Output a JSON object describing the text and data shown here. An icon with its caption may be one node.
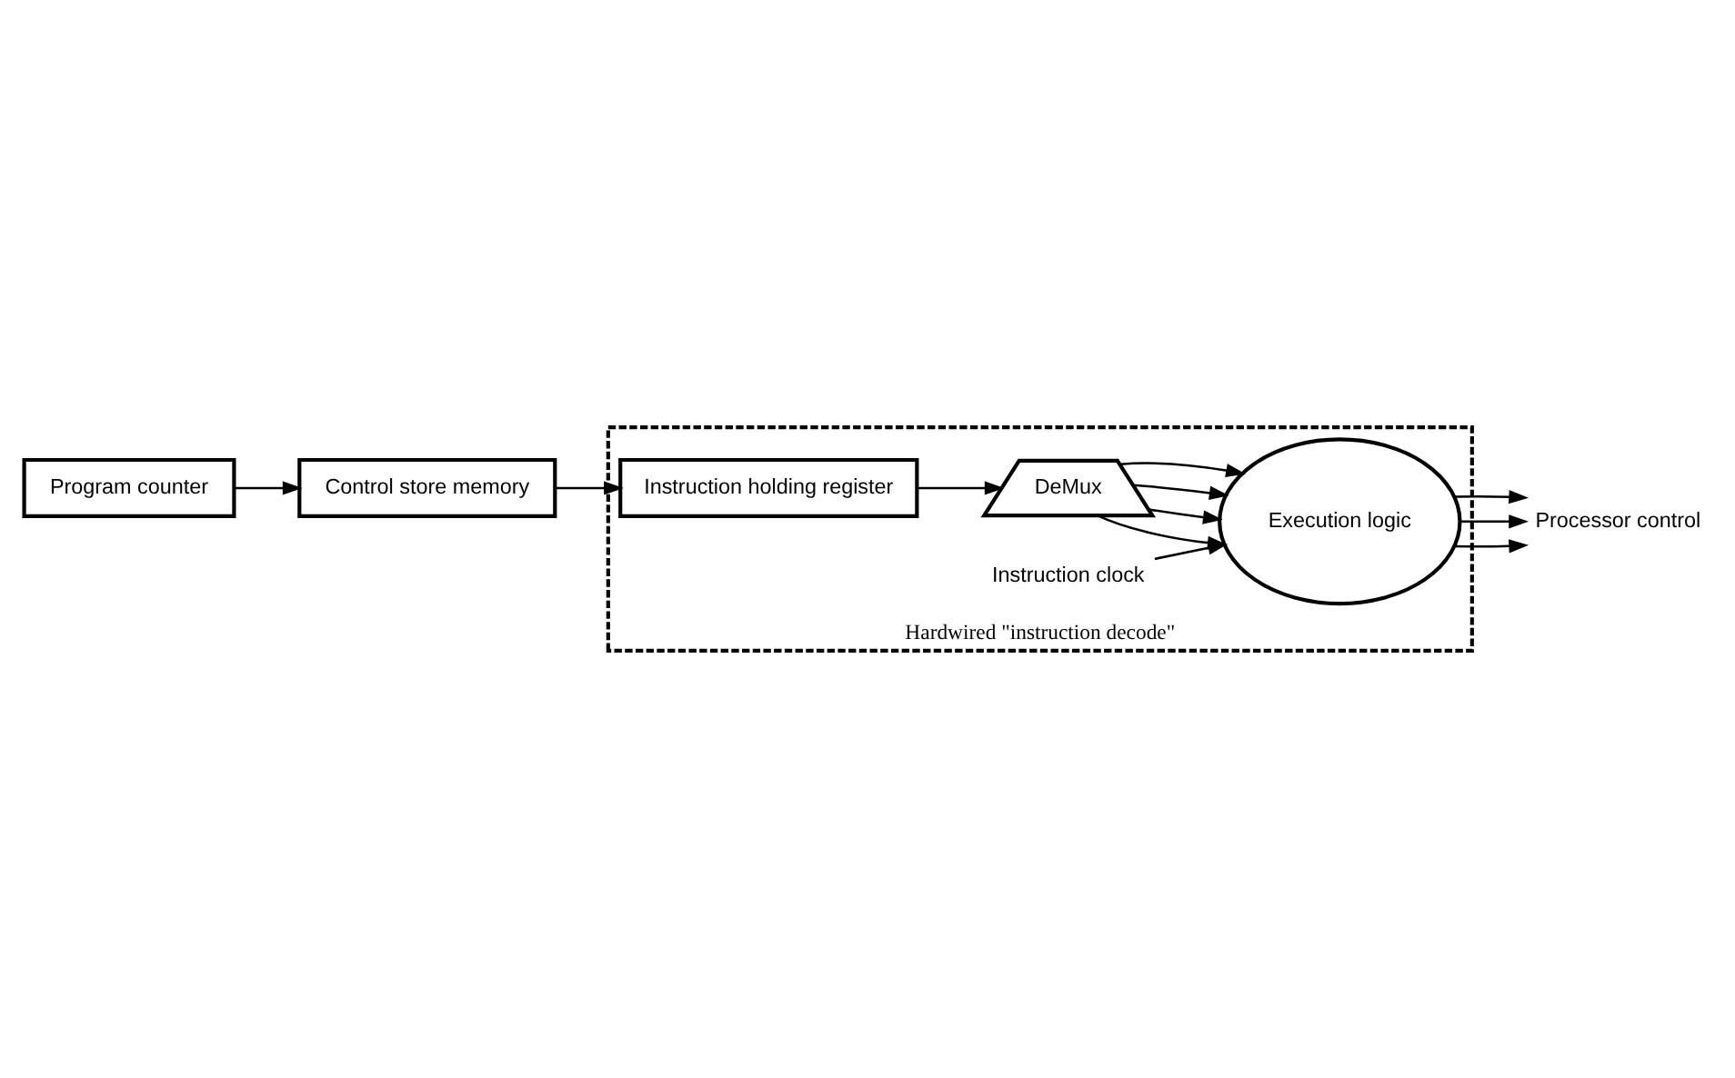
{
  "diagram": {
    "nodes": [
      {
        "text": [
          "Control store memory"
        ]
      },
      {
        "text": [
          "Program counter"
        ]
      },
      {
        "text": [
          "Hardwired \"instruction decode\""
        ]
      },
      {
        "text": [
          "Instruction holding register"
        ],
        "in": 2
      },
      {
        "text": [
          "DeMux"
        ],
        "in": 2
      },
      {
        "text": [
          "Instruction clock"
        ],
        "in": 2
      },
      {
        "text": [
          "Execution logic"
        ],
        "in": 2
      },
      {
        "text": [
          "Processor control"
        ]
      }
    ],
    "edges": [
      {
        "from": 1,
        "to": 0,
        "arrow": "to"
      },
      {
        "from": 0,
        "to": 3,
        "arrow": "to"
      },
      {
        "from": 3,
        "to": 4,
        "arrow": "to"
      },
      {
        "from": 4,
        "to": 6,
        "arrow": "to"
      },
      {
        "from": 4,
        "to": 6,
        "arrow": "to"
      },
      {
        "from": 4,
        "to": 6,
        "arrow": "to"
      },
      {
        "from": 4,
        "to": 6,
        "arrow": "to"
      },
      {
        "from": 5,
        "to": 6,
        "arrow": "to"
      },
      {
        "from": 6,
        "to": 7,
        "arrow": "to"
      },
      {
        "from": 6,
        "to": 7,
        "arrow": "to"
      },
      {
        "from": 6,
        "to": 7,
        "arrow": "to"
      }
    ]
  }
}
